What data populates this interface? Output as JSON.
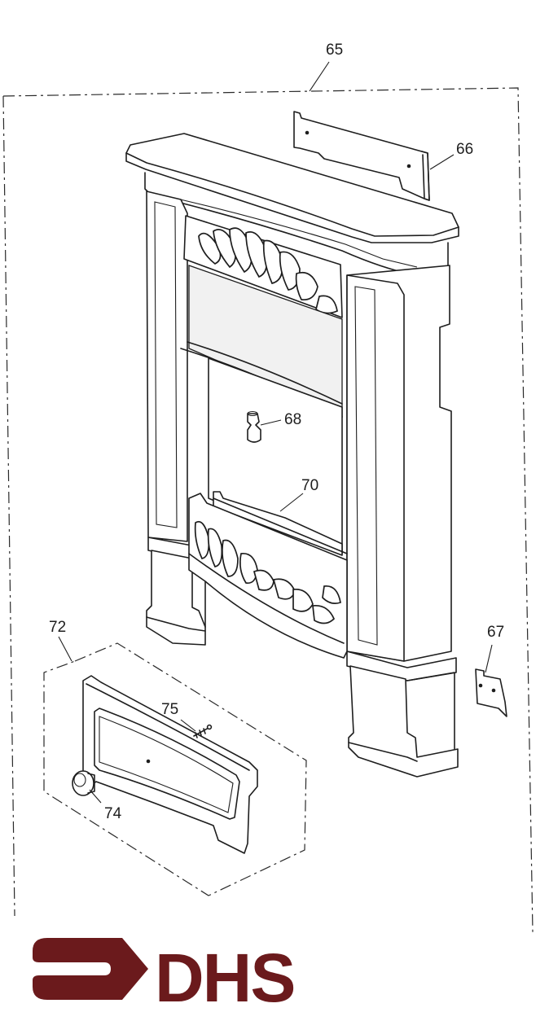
{
  "callouts": {
    "p65": "65",
    "p66": "66",
    "p67": "67",
    "p68": "68",
    "p70": "70",
    "p72": "72",
    "p74": "74",
    "p75": "75"
  },
  "logo": {
    "text": "DHS",
    "color": "#6b1a1c"
  },
  "icons": {
    "logo_mark": "arrow-bracket-icon"
  }
}
